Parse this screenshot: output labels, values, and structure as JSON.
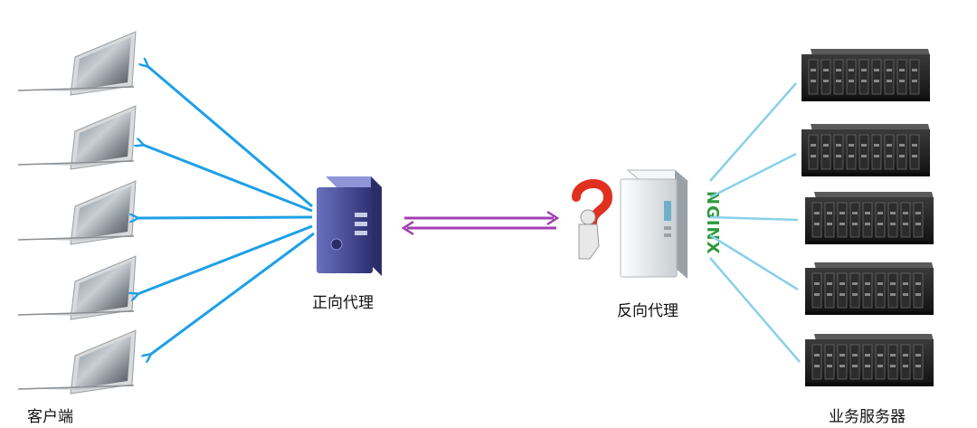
{
  "labels": {
    "clients": "客户端",
    "forward_proxy": "正向代理",
    "reverse_proxy": "反向代理",
    "business_servers": "业务服务器",
    "nginx_logo": "NGINX"
  },
  "colors": {
    "client_arrow": "#1ea0e6",
    "server_line": "#8ad0ea",
    "bidirectional_arrow": "#a040b0",
    "forward_proxy_body": "#4a4f9a",
    "reverse_proxy_body": "#e8ecef",
    "question_mark": "#e03020",
    "nginx_green": "#2e9a3a",
    "rack_dark": "#1e1e1e"
  },
  "counts": {
    "clients": 5,
    "servers": 5
  }
}
